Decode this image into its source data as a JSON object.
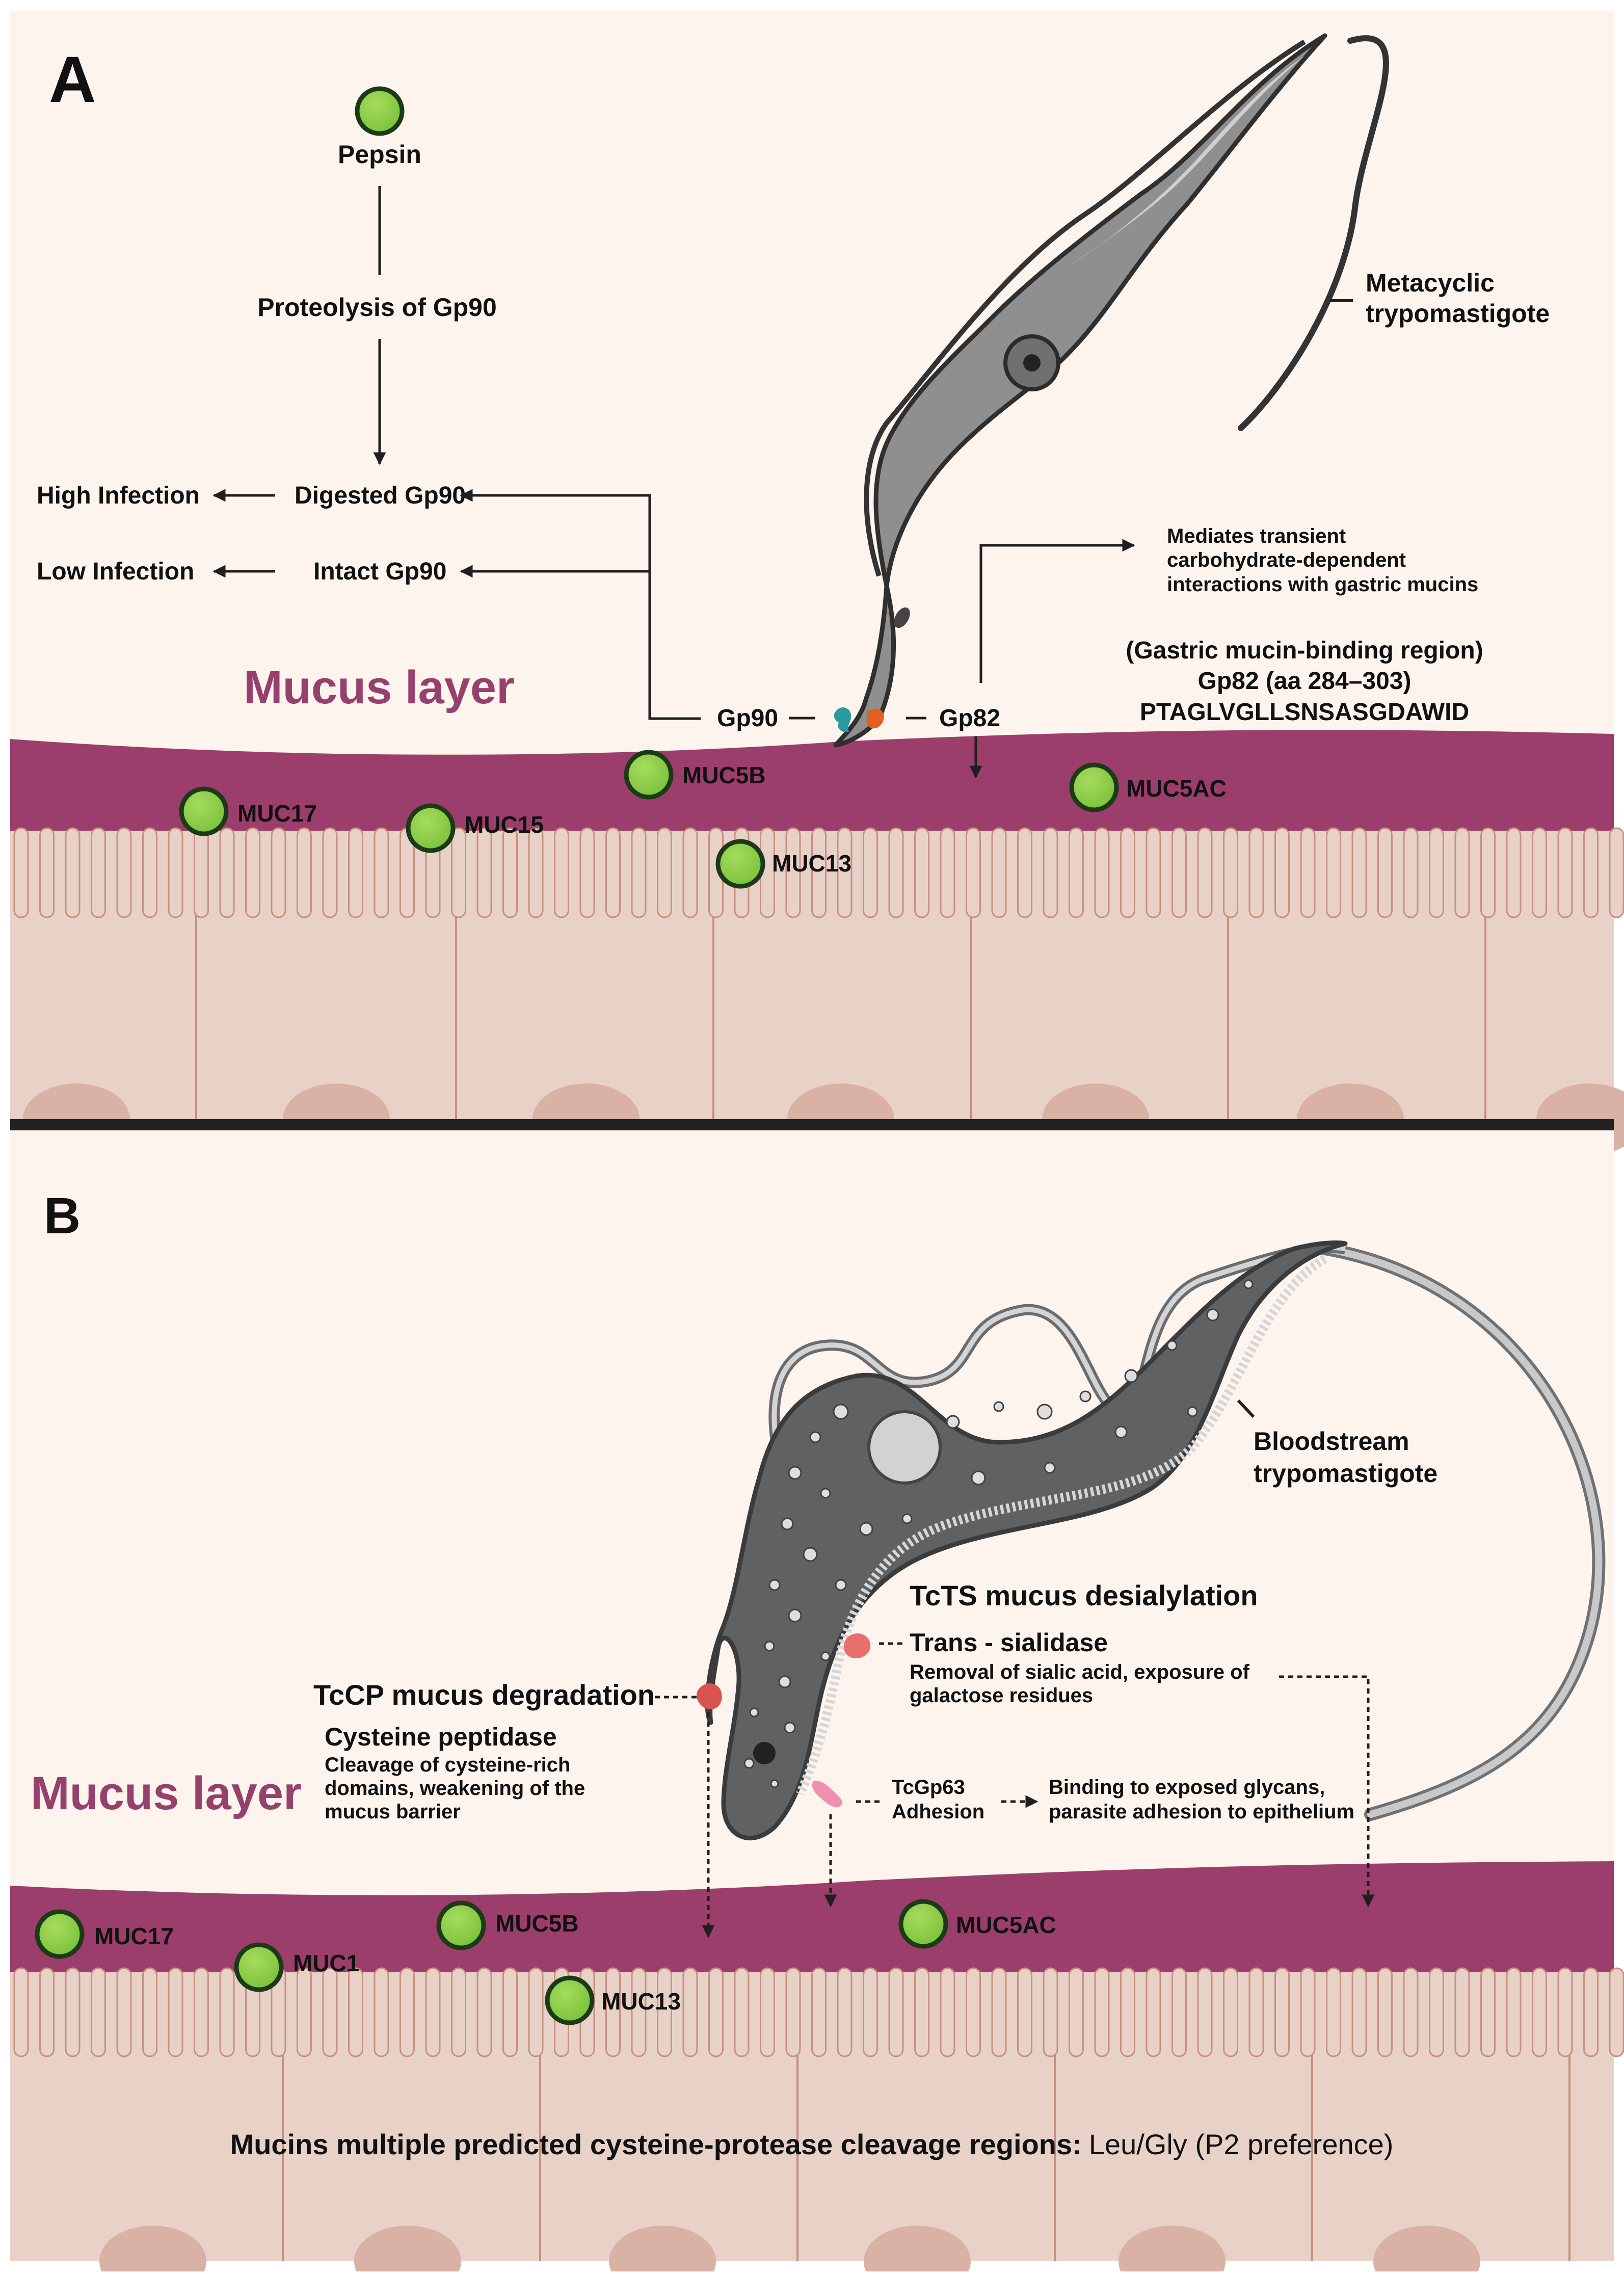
{
  "colors": {
    "background": "#fdf4ee",
    "mucus": "#9b3e6b",
    "tissue": "#e8d2c8",
    "cell_border": "#c98f7e",
    "nucleus": "#d9b2a5",
    "mucin_fill": "#8fce4a",
    "mucin_stroke": "#1c3a16",
    "mucus_label": "#96406d",
    "parasite_body": "#8f8f8f",
    "parasite_dark": "#5f6163",
    "arrow": "#1f1f1f"
  },
  "panel_a": {
    "letter": "A",
    "pepsin": "Pepsin",
    "proteolysis": "Proteolysis of Gp90",
    "digested": "Digested Gp90",
    "intact": "Intact Gp90",
    "high_infection": "High Infection",
    "low_infection": "Low Infection",
    "mucus_layer": "Mucus layer",
    "gp90": "Gp90",
    "gp82": "Gp82",
    "parasite_label_1": "Metacyclic",
    "parasite_label_2": "trypomastigote",
    "mediates_1": "Mediates transient",
    "mediates_2": "carbohydrate-dependent",
    "mediates_3": "interactions with gastric mucins",
    "region_1": "(Gastric mucin-binding region)",
    "region_2": "Gp82 (aa 284–303)",
    "region_3": "PTAGLVGLLSNSASGDAWID",
    "mucins": {
      "muc17": "MUC17",
      "muc15": "MUC15",
      "muc5b": "MUC5B",
      "muc13": "MUC13",
      "muc5ac": "MUC5AC"
    }
  },
  "panel_b": {
    "letter": "B",
    "parasite_label_1": "Bloodstream",
    "parasite_label_2": "trypomastigote",
    "tcts_title": "TcTS mucus desialylation",
    "trans_sialidase": "Trans - sialidase",
    "ts_desc_1": "Removal of sialic acid, exposure of",
    "ts_desc_2": "galactose residues",
    "tccp_title": "TcCP mucus degradation",
    "cysteine_peptidase": "Cysteine peptidase",
    "cp_desc_1": "Cleavage of cysteine-rich",
    "cp_desc_2": "domains, weakening of the",
    "cp_desc_3": "mucus barrier",
    "tcgp63": "TcGp63",
    "adhesion": "Adhesion",
    "binding_1": "Binding to exposed glycans,",
    "binding_2": "parasite adhesion to epithelium",
    "mucus_layer": "Mucus layer",
    "bottom_bold": "Mucins multiple predicted cysteine-protease cleavage regions:",
    "bottom_regular": "Leu/Gly (P2 preference)",
    "mucins": {
      "muc17": "MUC17",
      "muc1": "MUC1",
      "muc5b": "MUC5B",
      "muc13": "MUC13",
      "muc5ac": "MUC5AC"
    }
  }
}
